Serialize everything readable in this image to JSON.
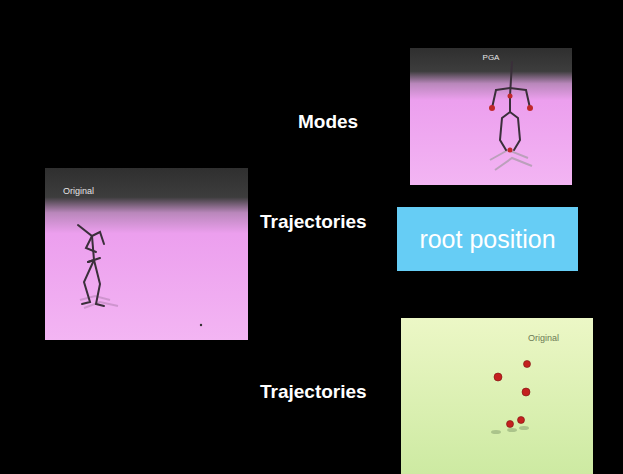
{
  "diagram": {
    "nodes": [
      {
        "text": [
          "PGA"
        ]
      },
      {
        "text": [
          "Original"
        ]
      },
      {
        "text": [
          "root position"
        ]
      },
      {
        "text": [
          "Original"
        ]
      }
    ],
    "labels": [
      "Modes",
      "Trajectories",
      "Trajectories"
    ]
  }
}
